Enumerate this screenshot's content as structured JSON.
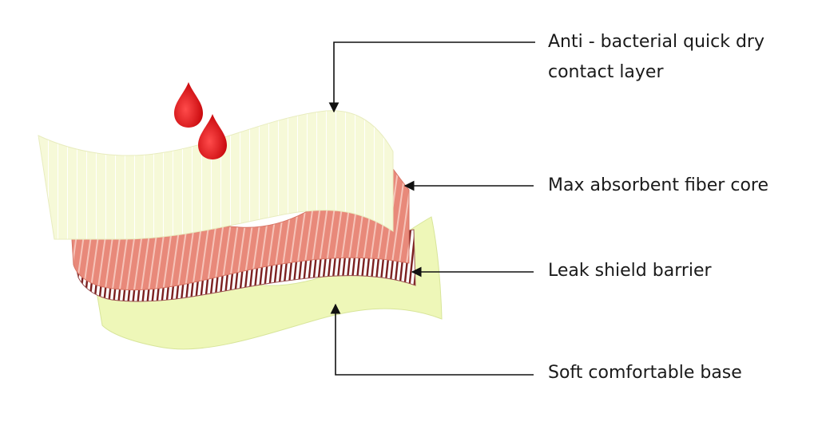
{
  "labels": {
    "contact_layer": [
      "Anti - bacterial quick dry",
      "contact layer"
    ],
    "core": "Max absorbent fiber core",
    "barrier": "Leak shield barrier",
    "base": "Soft comfortable base"
  },
  "colors": {
    "contact_layer": "#f6f9d8",
    "core": "#ea8e7d",
    "barrier_stripe": "#7a1e1e",
    "base": "#eef7b8",
    "drop": "#e01419",
    "line": "#111111"
  },
  "icons": [
    "blood-drop-icon",
    "blood-drop-icon"
  ]
}
